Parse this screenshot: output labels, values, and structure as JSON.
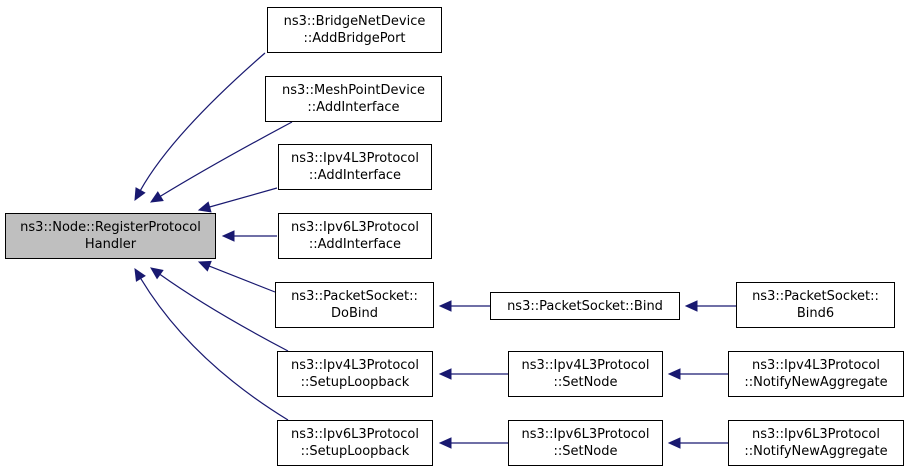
{
  "colors": {
    "edge": "#191970",
    "root_fill": "#bfbfbf",
    "node_fill": "#ffffff",
    "border": "#000000"
  },
  "nodes": {
    "root": {
      "line1": "ns3::Node::RegisterProtocol",
      "line2": "Handler"
    },
    "bridge": {
      "line1": "ns3::BridgeNetDevice",
      "line2": "::AddBridgePort"
    },
    "mesh": {
      "line1": "ns3::MeshPointDevice",
      "line2": "::AddInterface"
    },
    "ipv4ai": {
      "line1": "ns3::Ipv4L3Protocol",
      "line2": "::AddInterface"
    },
    "ipv6ai": {
      "line1": "ns3::Ipv6L3Protocol",
      "line2": "::AddInterface"
    },
    "psdb": {
      "line1": "ns3::PacketSocket::",
      "line2": "DoBind"
    },
    "ipv4sl": {
      "line1": "ns3::Ipv4L3Protocol",
      "line2": "::SetupLoopback"
    },
    "ipv6sl": {
      "line1": "ns3::Ipv6L3Protocol",
      "line2": "::SetupLoopback"
    },
    "psb": {
      "line1": "ns3::PacketSocket::Bind"
    },
    "ipv4sn": {
      "line1": "ns3::Ipv4L3Protocol",
      "line2": "::SetNode"
    },
    "ipv6sn": {
      "line1": "ns3::Ipv6L3Protocol",
      "line2": "::SetNode"
    },
    "psb6": {
      "line1": "ns3::PacketSocket::",
      "line2": "Bind6"
    },
    "ipv4na": {
      "line1": "ns3::Ipv4L3Protocol",
      "line2": "::NotifyNewAggregate"
    },
    "ipv6na": {
      "line1": "ns3::Ipv6L3Protocol",
      "line2": "::NotifyNewAggregate"
    }
  },
  "edges": [
    {
      "from": "bridge",
      "to": "root"
    },
    {
      "from": "mesh",
      "to": "root"
    },
    {
      "from": "ipv4ai",
      "to": "root"
    },
    {
      "from": "ipv6ai",
      "to": "root"
    },
    {
      "from": "psdb",
      "to": "root"
    },
    {
      "from": "ipv4sl",
      "to": "root"
    },
    {
      "from": "ipv6sl",
      "to": "root"
    },
    {
      "from": "psb",
      "to": "psdb"
    },
    {
      "from": "psb6",
      "to": "psb"
    },
    {
      "from": "ipv4sn",
      "to": "ipv4sl"
    },
    {
      "from": "ipv4na",
      "to": "ipv4sn"
    },
    {
      "from": "ipv6sn",
      "to": "ipv6sl"
    },
    {
      "from": "ipv6na",
      "to": "ipv6sn"
    }
  ]
}
